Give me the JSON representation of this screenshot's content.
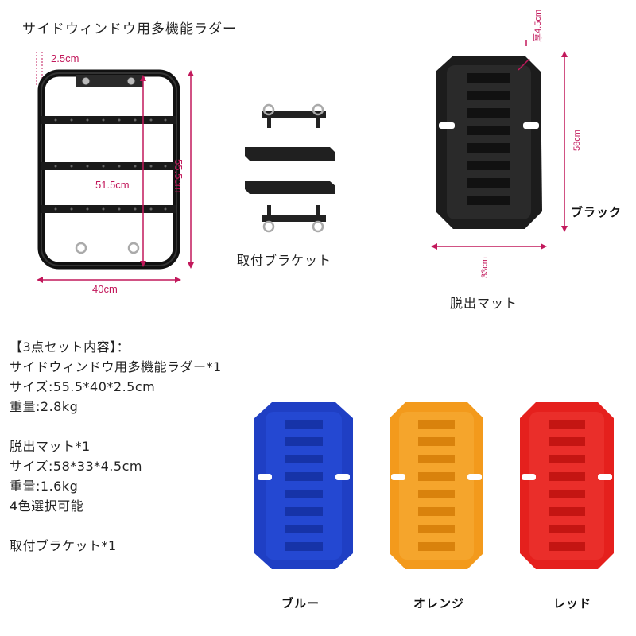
{
  "title": "サイドウィンドウ用多機能ラダー",
  "ladder": {
    "dim_thickness": "2.5cm",
    "dim_height": "55.5cm",
    "dim_inner": "51.5cm",
    "dim_width": "40cm"
  },
  "brackets": {
    "caption": "取付ブラケット"
  },
  "mat": {
    "dim_thickness": "厚4.5cm",
    "dim_height": "58cm",
    "dim_width": "33cm",
    "color_label": "ブラック",
    "caption": "脱出マット"
  },
  "specs": {
    "lines": [
      "【3点セット内容】：",
      "サイドウィンドウ用多機能ラダー*1",
      "サイズ:55.5*40*2.5cm",
      "重量:2.8kg",
      "",
      "脱出マット*1",
      "サイズ:58*33*4.5cm",
      "重量:1.6kg",
      "4色選択可能",
      "",
      "取付ブラケット*1"
    ]
  },
  "variants": [
    {
      "label": "ブルー",
      "color": "#1f3fc4"
    },
    {
      "label": "オレンジ",
      "color": "#f39a1c"
    },
    {
      "label": "レッド",
      "color": "#e5201d"
    }
  ],
  "colors": {
    "dimension": "#c2185b",
    "black_mat": "#1c1c1c"
  }
}
